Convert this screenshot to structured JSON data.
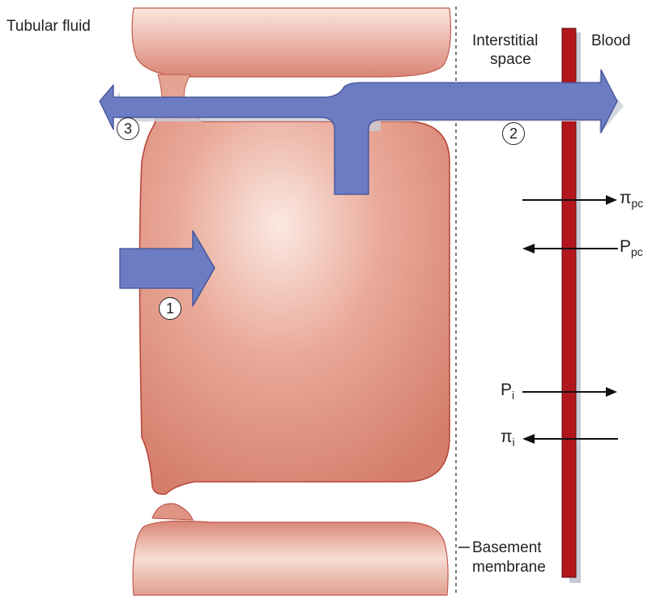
{
  "labels": {
    "tubular_fluid": "Tubular fluid",
    "interstitial_space_line1": "Interstitial",
    "interstitial_space_line2": "space",
    "blood": "Blood",
    "basement_membrane_line1": "Basement",
    "basement_membrane_line2": "membrane"
  },
  "pathways": {
    "step1": "1",
    "step2": "2",
    "step3": "3"
  },
  "forces": {
    "pi_pc": {
      "symbol": "π",
      "subscript": "pc"
    },
    "p_pc": {
      "symbol": "P",
      "subscript": "pc"
    },
    "p_i": {
      "symbol": "P",
      "subscript": "i"
    },
    "pi_i": {
      "symbol": "π",
      "subscript": "i"
    }
  },
  "colors": {
    "cell_fill": "#dd8c7a",
    "cell_edge": "#b8483c",
    "flow_arrow": "#6b7cc3",
    "flow_arrow_edge": "#3f4f95",
    "capillary": "#b3161c",
    "capillary_shadow": "#c7cad6"
  }
}
